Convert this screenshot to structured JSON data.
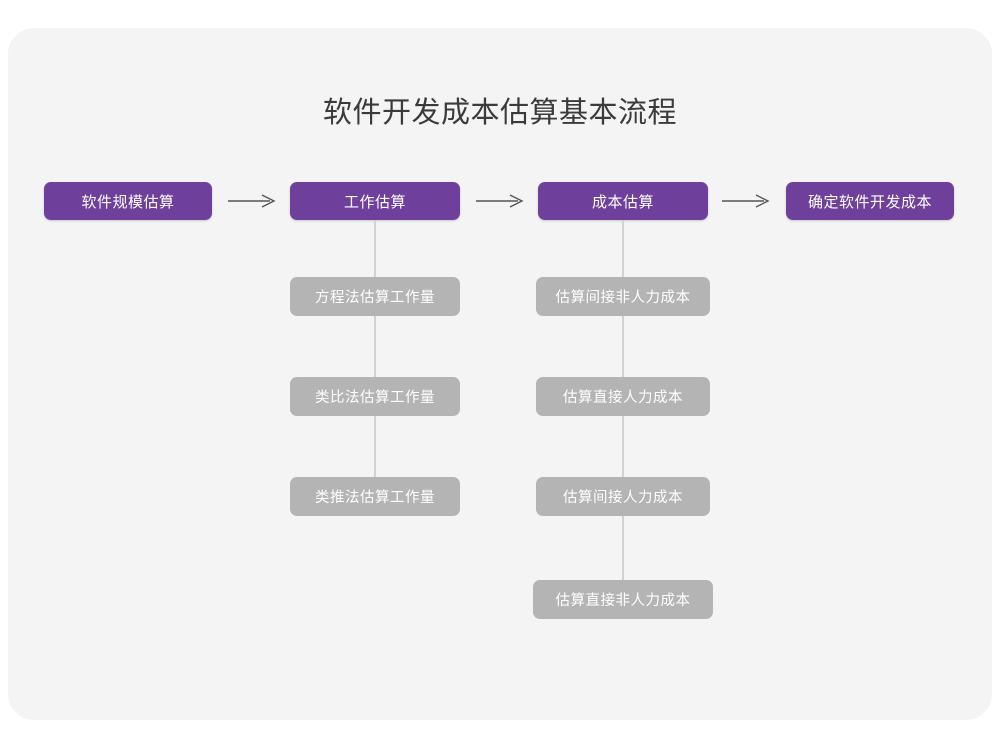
{
  "diagram": {
    "title": "软件开发成本估算基本流程",
    "colors": {
      "page_background": "#ffffff",
      "card_background": "#f4f4f5",
      "primary_node": "#6f3f9c",
      "sub_node": "#b4b4b4",
      "connector_line": "#d2d2d2",
      "arrow": "#555555",
      "title_text": "#3b3b3b",
      "node_text": "#ffffff"
    },
    "main_flow": [
      {
        "id": "scale",
        "label": "软件规模估算"
      },
      {
        "id": "effort",
        "label": "工作估算"
      },
      {
        "id": "cost",
        "label": "成本估算"
      },
      {
        "id": "final",
        "label": "确定软件开发成本"
      }
    ],
    "arrows": [
      {
        "id": "arrow-1",
        "glyph": "→",
        "from": "软件规模估算",
        "to": "工作估算"
      },
      {
        "id": "arrow-2",
        "glyph": "→",
        "from": "工作估算",
        "to": "成本估算"
      },
      {
        "id": "arrow-3",
        "glyph": "→",
        "from": "成本估算",
        "to": "确定软件开发成本"
      }
    ],
    "branches": [
      {
        "parent": "工作估算",
        "items": [
          {
            "label": "方程法估算工作量"
          },
          {
            "label": "类比法估算工作量"
          },
          {
            "label": "类推法估算工作量"
          }
        ]
      },
      {
        "parent": "成本估算",
        "items": [
          {
            "label": "估算间接非人力成本"
          },
          {
            "label": "估算直接人力成本"
          },
          {
            "label": "估算间接人力成本"
          },
          {
            "label": "估算直接非人力成本"
          }
        ]
      }
    ]
  }
}
